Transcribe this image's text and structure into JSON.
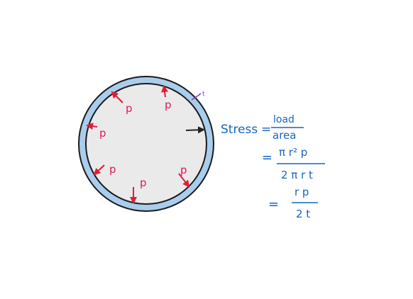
{
  "diagram": {
    "pressure_label": "p",
    "thickness_label": "t",
    "equation": {
      "lhs": "Stress",
      "eq1": "=",
      "frac1_num": "load",
      "frac1_den": "area",
      "eq2": "=",
      "frac2_num": "π r² p",
      "frac2_den": "2 π r t",
      "eq3": "=",
      "frac3_num": "r p",
      "frac3_den": "2 t"
    }
  },
  "colors": {
    "shell": "#a9cdec",
    "interior": "#eaeaea",
    "pressure_arrows": "#e51b32",
    "pressure_labels": "#e0175f",
    "ink": "#1565c0",
    "thickness_mark": "#7b3fa6"
  }
}
